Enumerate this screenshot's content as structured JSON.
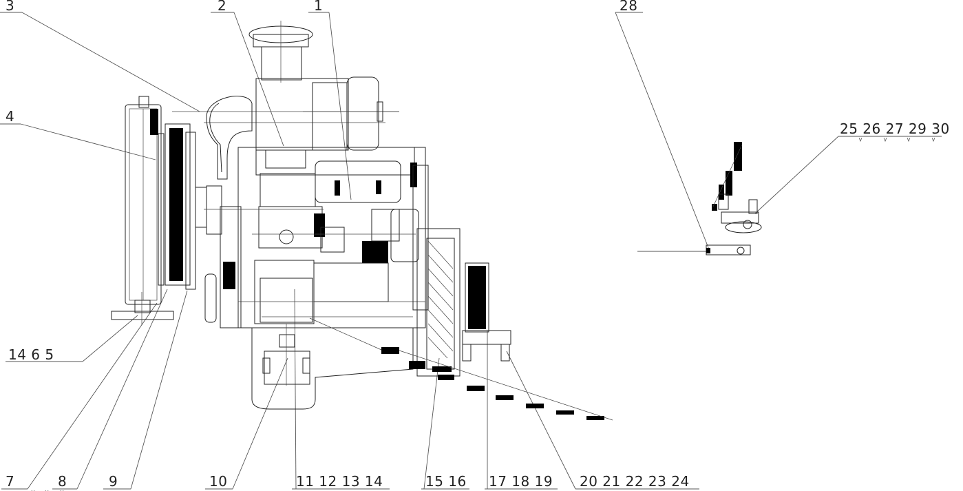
{
  "diagram": {
    "callouts": [
      {
        "id": "c3",
        "text": "3"
      },
      {
        "id": "c2",
        "text": "2"
      },
      {
        "id": "c1",
        "text": "1"
      },
      {
        "id": "c28",
        "text": "28"
      },
      {
        "id": "c4",
        "text": "4"
      },
      {
        "id": "c25",
        "text": "25 26 27 29 30"
      },
      {
        "id": "c14",
        "text": "14 6 5"
      },
      {
        "id": "c7",
        "text": "7"
      },
      {
        "id": "c8",
        "text": "8"
      },
      {
        "id": "c9",
        "text": "9"
      },
      {
        "id": "c10",
        "text": "10"
      },
      {
        "id": "c11",
        "text": "11 12 13 14"
      },
      {
        "id": "c15",
        "text": "15 16"
      },
      {
        "id": "c17",
        "text": "17 18 19"
      },
      {
        "id": "c20",
        "text": "20 21 22 23 24"
      }
    ]
  }
}
